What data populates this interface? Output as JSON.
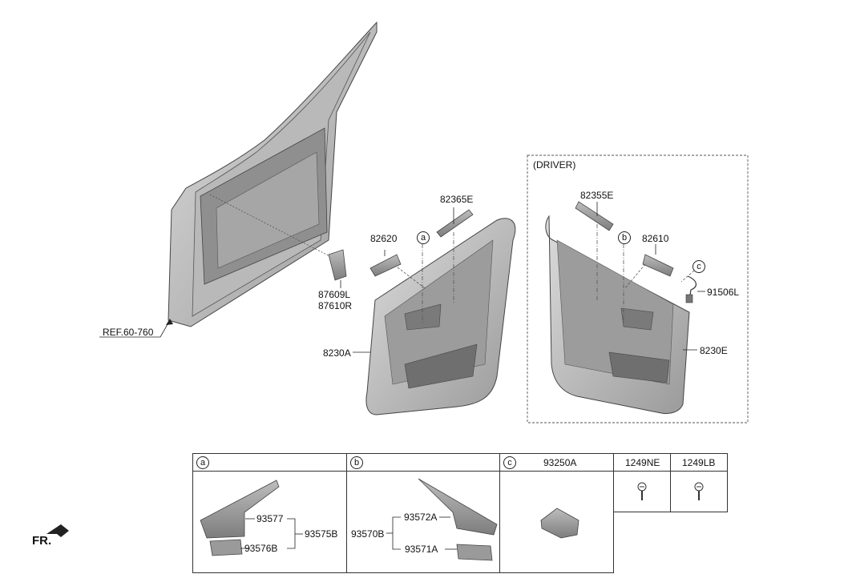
{
  "labels": {
    "ref": "REF.60-760",
    "p87609l": "87609L",
    "p87610r": "87610R",
    "p82620": "82620",
    "p82365e": "82365E",
    "p8230a": "8230A",
    "driver": "(DRIVER)",
    "p82355e": "82355E",
    "p82610": "82610",
    "p91506l": "91506L",
    "p8230e": "8230E",
    "ca": "a",
    "cb": "b",
    "cc": "c"
  },
  "table": {
    "col_a": "a",
    "col_b": "b",
    "col_c": "c",
    "c_part": "93250A",
    "p1249ne": "1249NE",
    "p1249lb": "1249LB",
    "a_93577": "93577",
    "a_93575b": "93575B",
    "a_93576b": "93576B",
    "b_93572a": "93572A",
    "b_93570b": "93570B",
    "b_93571a": "93571A"
  },
  "fr": "FR.",
  "colors": {
    "part_fill": "#c9c9c9",
    "part_dark": "#8a8a8a",
    "line": "#222222",
    "dash": "#555555"
  }
}
